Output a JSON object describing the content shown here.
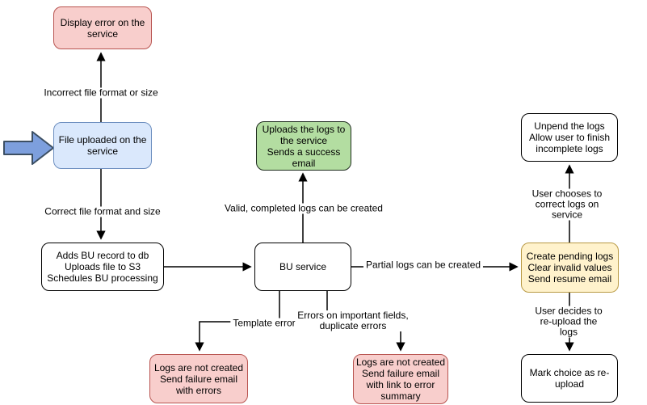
{
  "diagram": {
    "nodes": {
      "display_error": {
        "label": "Display error on the\nservice"
      },
      "file_uploaded": {
        "label": "File uploaded on the\nservice"
      },
      "adds_bu_record": {
        "label": "Adds BU record to db\nUploads file to S3\nSchedules BU processing"
      },
      "bu_service": {
        "label": "BU service"
      },
      "uploads_logs_success": {
        "label": "Uploads the logs to\nthe service\nSends a success\nemail"
      },
      "unpend_logs": {
        "label": "Unpend the logs\nAllow user to finish\nincomplete logs"
      },
      "create_pending_logs": {
        "label": "Create pending logs\nClear invalid values\nSend resume email"
      },
      "mark_reupload": {
        "label": "Mark choice as re-\nupload"
      },
      "logs_not_created_errors": {
        "label": "Logs are not created\nSend failure email\nwith errors"
      },
      "logs_not_created_summary": {
        "label": "Logs are not created\nSend failure email\nwith link to error\nsummary"
      }
    },
    "edge_labels": {
      "incorrect_format": "Incorrect file format or size",
      "correct_format": "Correct file format and size",
      "valid_completed": "Valid, completed logs can be created",
      "partial_logs": "Partial logs can be created",
      "user_corrects": "User chooses to correct logs on service",
      "user_reuploads": "User decides to re-upload the logs",
      "template_errors": "Template errors",
      "errors_important": "Errors on important fields,\nduplicate errors"
    },
    "colors": {
      "error_fill": "#f8cecc",
      "error_stroke": "#b85450",
      "input_fill": "#dae8fc",
      "input_stroke": "#6c8ebf",
      "success_fill": "#b3dda1",
      "success_stroke": "#1f2d1f",
      "pending_fill": "#fff2cc",
      "pending_stroke": "#b99a45",
      "process_fill": "#ffffff",
      "process_stroke": "#000000",
      "pointer_fill": "#7d9fdd",
      "pointer_stroke": "#3c4f63",
      "connector": "#000000"
    }
  }
}
